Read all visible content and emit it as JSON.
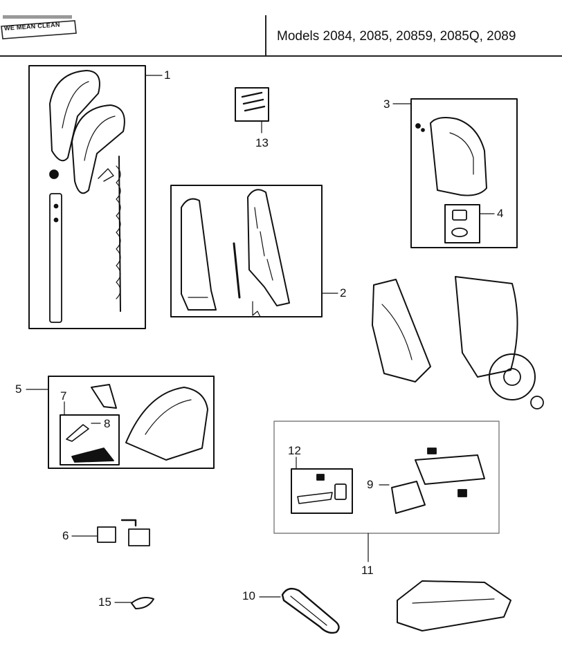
{
  "header": {
    "logo_text": "WE MEAN CLEAN",
    "title": "Models 2084, 2085, 20859, 2085Q, 2089"
  },
  "callouts": [
    "1",
    "2",
    "3",
    "4",
    "5",
    "6",
    "7",
    "8",
    "9",
    "10",
    "11",
    "12",
    "13",
    "15"
  ]
}
